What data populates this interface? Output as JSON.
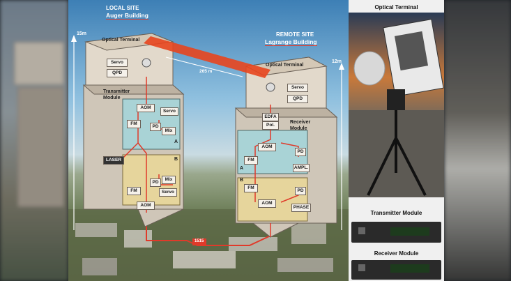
{
  "local_site": {
    "line1": "LOCAL SITE",
    "line2": "Auger Building"
  },
  "remote_site": {
    "line1": "REMOTE SITE",
    "line2": "Lagrange Building"
  },
  "heights": {
    "left": "15m",
    "right": "12m"
  },
  "distance": "265 m",
  "left_terminal": {
    "title": "Optical Terminal",
    "servo": "Servo",
    "qpd": "QPD"
  },
  "right_terminal": {
    "title": "Optical Terminal",
    "servo": "Servo",
    "qpd": "QPD"
  },
  "transmitter": {
    "title_line1": "Transmitter",
    "title_line2": "Module",
    "panel_a": {
      "aom": "AOM",
      "servo": "Servo",
      "fm": "FM",
      "pd": "PD",
      "mix": "Mix",
      "letter": "A"
    },
    "laser": "LASER",
    "panel_b": {
      "letter": "B",
      "pd": "PD",
      "mix": "Mix",
      "fm": "FM",
      "servo": "Servo",
      "aom": "AOM"
    }
  },
  "receiver": {
    "title_line1": "Receiver",
    "title_line2": "Module",
    "edfa": "EDFA",
    "pol": "Pol.",
    "panel_a": {
      "aom": "AOM",
      "fm": "FM",
      "pd": "PD",
      "ampl": "AMPL.",
      "letter": "A"
    },
    "panel_b": {
      "letter": "B",
      "fm": "FM",
      "aom": "AOM",
      "pd": "PD",
      "phase": "PHASE"
    }
  },
  "fiber_label": "1515",
  "photos": {
    "optical_terminal": "Optical Terminal",
    "transmitter_module": "Transmitter Module",
    "receiver_module": "Receiver Module"
  },
  "colors": {
    "beam": "#e8451e",
    "fiber": "#e03a2a",
    "panel_a": "#a9d3d6",
    "panel_b": "#e6d59c",
    "building": "#cfc6b8"
  }
}
